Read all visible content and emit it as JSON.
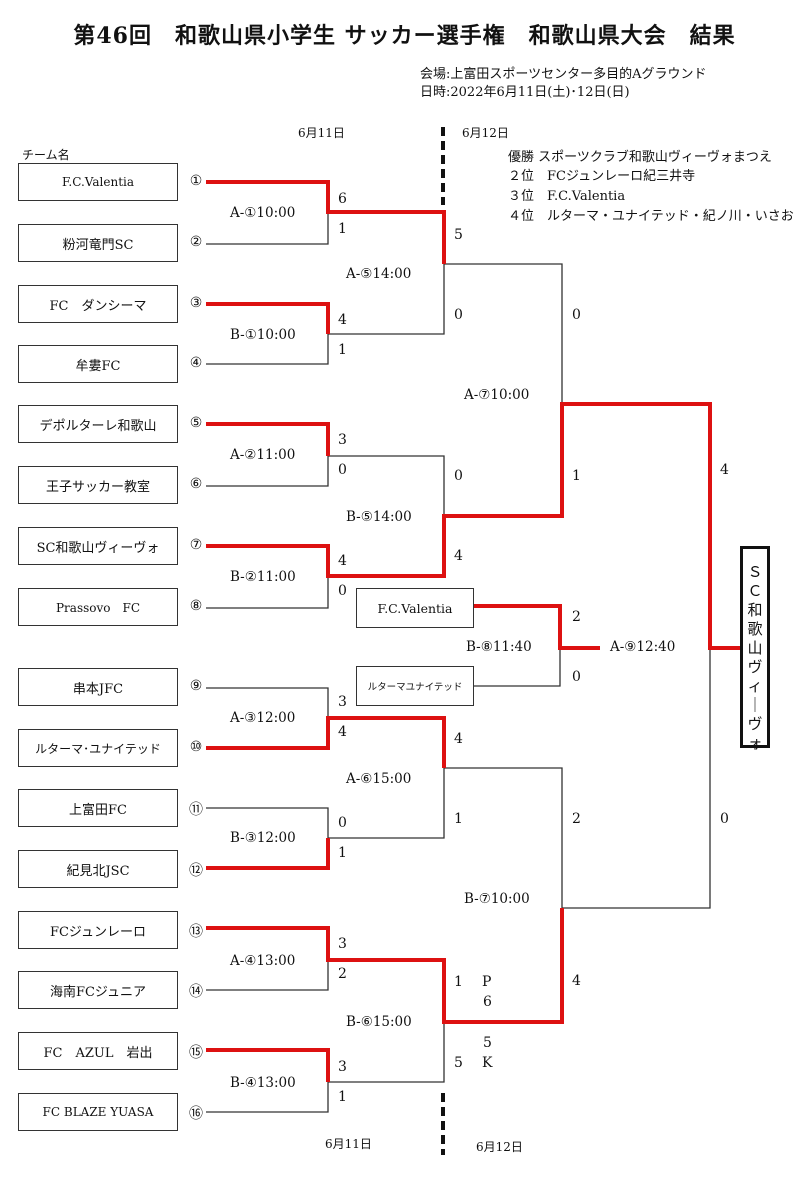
{
  "title": "第46回　和歌山県小学生 サッカー選手権　和歌山県大会　結果",
  "venue": "会場:上富田スポーツセンター多目的Aグラウンド",
  "date": "日時:2022年6月11日(土)･12日(日)",
  "day1": "6月11日",
  "day2": "6月12日",
  "team_header": "チーム名",
  "teams": [
    {
      "name": "F.C.Valentia",
      "seed": "①"
    },
    {
      "name": "粉河竜門SC",
      "seed": "②"
    },
    {
      "name": "FC　ダンシーマ",
      "seed": "③"
    },
    {
      "name": "牟婁FC",
      "seed": "④"
    },
    {
      "name": "デポルターレ和歌山",
      "seed": "⑤"
    },
    {
      "name": "王子サッカー教室",
      "seed": "⑥"
    },
    {
      "name": "SC和歌山ヴィーヴォ",
      "seed": "⑦"
    },
    {
      "name": "Prassovo　FC",
      "seed": "⑧"
    },
    {
      "name": "串本JFC",
      "seed": "⑨"
    },
    {
      "name": "ルターマ･ユナイテッド",
      "seed": "⑩"
    },
    {
      "name": "上富田FC",
      "seed": "⑪"
    },
    {
      "name": "紀見北JSC",
      "seed": "⑫"
    },
    {
      "name": "FCジュンレーロ",
      "seed": "⑬"
    },
    {
      "name": "海南FCジュニア",
      "seed": "⑭"
    },
    {
      "name": "FC　AZUL　岩出",
      "seed": "⑮"
    },
    {
      "name": "FC BLAZE YUASA",
      "seed": "⑯"
    }
  ],
  "match_labels": {
    "a1": "A-①10:00",
    "b1": "B-①10:00",
    "a2": "A-②11:00",
    "b2": "B-②11:00",
    "a3": "A-③12:00",
    "b3": "B-③12:00",
    "a4": "A-④13:00",
    "b4": "B-④13:00",
    "a5": "A-⑤14:00",
    "b5": "B-⑤14:00",
    "a6": "A-⑥15:00",
    "b6": "B-⑥15:00",
    "a7": "A-⑦10:00",
    "b7": "B-⑦10:00",
    "b8": "B-⑧11:40",
    "a9": "A-⑨12:40"
  },
  "scores": {
    "r1_1": [
      "6",
      "1"
    ],
    "r1_2": [
      "4",
      "1"
    ],
    "r1_3": [
      "3",
      "0"
    ],
    "r1_4": [
      "4",
      "0"
    ],
    "r1_5": [
      "3",
      "4"
    ],
    "r1_6": [
      "0",
      "1"
    ],
    "r1_7": [
      "3",
      "2"
    ],
    "r1_8": [
      "3",
      "1"
    ],
    "qf_1": [
      "5",
      "0"
    ],
    "qf_2": [
      "0",
      "4"
    ],
    "qf_3": [
      "4",
      "1"
    ],
    "qf_4": [
      "1",
      "5"
    ],
    "sf_1": [
      "0",
      "1"
    ],
    "sf_2": [
      "2",
      "4"
    ],
    "final": [
      "4",
      "0"
    ],
    "third": [
      "2",
      "0"
    ],
    "pk": {
      "p": "P",
      "p1": "6",
      "k": "K"
    }
  },
  "third_place": {
    "top": "F.C.Valentia",
    "bottom": "ルターマユナイテッド"
  },
  "champion": [
    "Ｓ",
    "Ｃ",
    "和",
    "歌",
    "山",
    "ヴ",
    "ィ",
    "｜",
    "ヴ",
    "ォ"
  ],
  "results": [
    {
      "rank": "優勝",
      "team": "スポーツクラブ和歌山ヴィーヴォまつえ"
    },
    {
      "rank": "２位",
      "team": "FCジュンレーロ紀三井寺"
    },
    {
      "rank": "３位",
      "team": "F.C.Valentia"
    },
    {
      "rank": "４位",
      "team": "ルターマ・ユナイテッド・紀ノ川・いさお"
    }
  ],
  "colors": {
    "win": "#dd1111",
    "lose": "#333333"
  }
}
